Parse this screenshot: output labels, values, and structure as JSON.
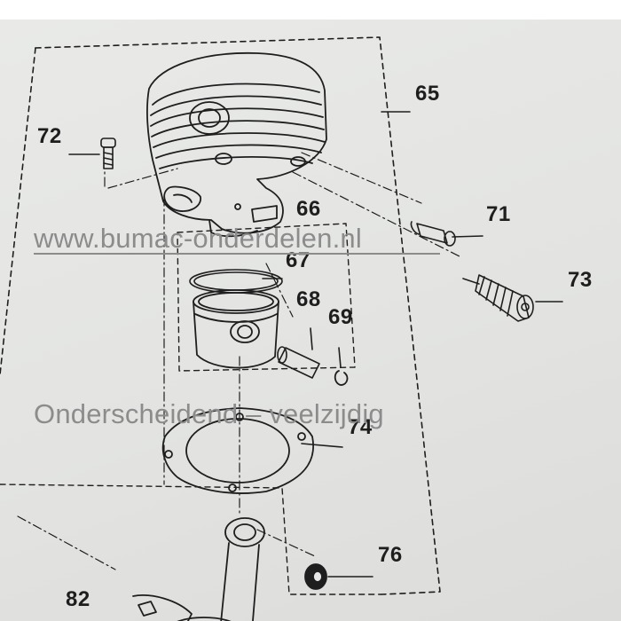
{
  "background": "#e6e7e5",
  "ink_color": "#1e1e1e",
  "watermark_color": "#8c8c8c",
  "callouts": {
    "c65": "65",
    "c66": "66",
    "c67": "67",
    "c68": "68",
    "c69": "69",
    "c71": "71",
    "c72": "72",
    "c73": "73",
    "c74": "74",
    "c76": "76",
    "c82": "82"
  },
  "watermark": {
    "url": "www.bumac-onderdelen.nl",
    "slogan": "Onderscheidend – veelzijdig"
  },
  "parts": [
    "cylinder-icon",
    "screw-icon",
    "decompression-valve-icon",
    "spark-plug-icon",
    "piston-ring-icon",
    "piston-icon",
    "piston-pin-icon",
    "circlip-icon",
    "gasket-icon",
    "needle-bearing-icon",
    "crankshaft-connecting-rod-icon"
  ]
}
